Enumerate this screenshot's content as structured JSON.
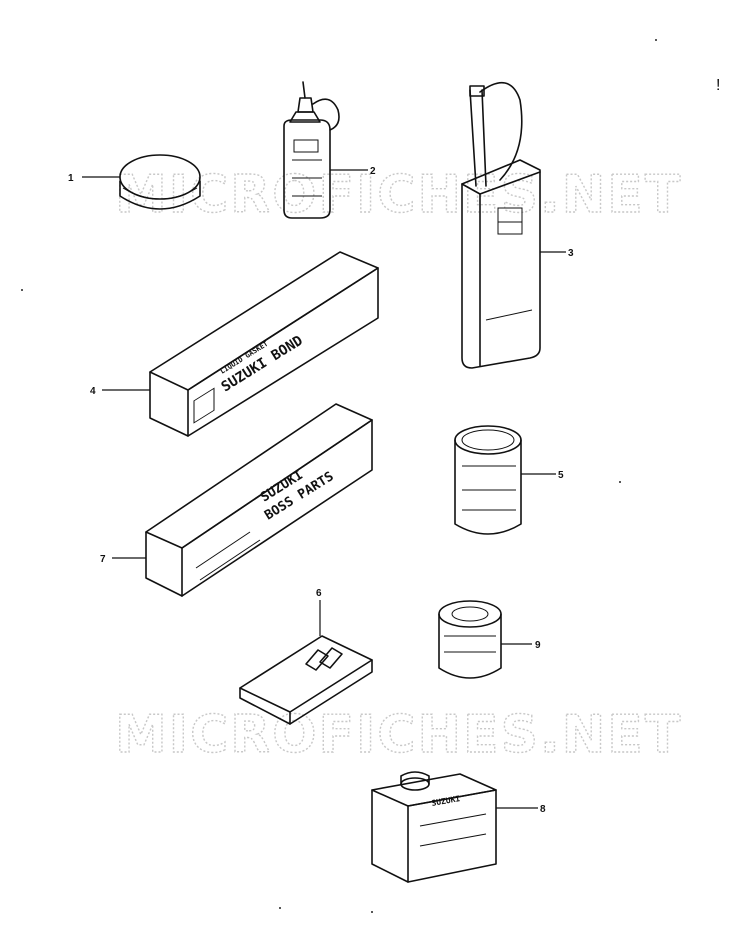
{
  "watermark": "MICROFICHES.NET",
  "glyph": "!",
  "callouts": [
    "1",
    "2",
    "3",
    "4",
    "5",
    "6",
    "7",
    "8",
    "9"
  ],
  "package_labels": {
    "bond": "SUZUKI BOND",
    "bond_small": "LIQUID GASKET",
    "parts": "SUZUKI",
    "parts_line2": "BOSS PARTS",
    "can8": "SUZUKI"
  }
}
